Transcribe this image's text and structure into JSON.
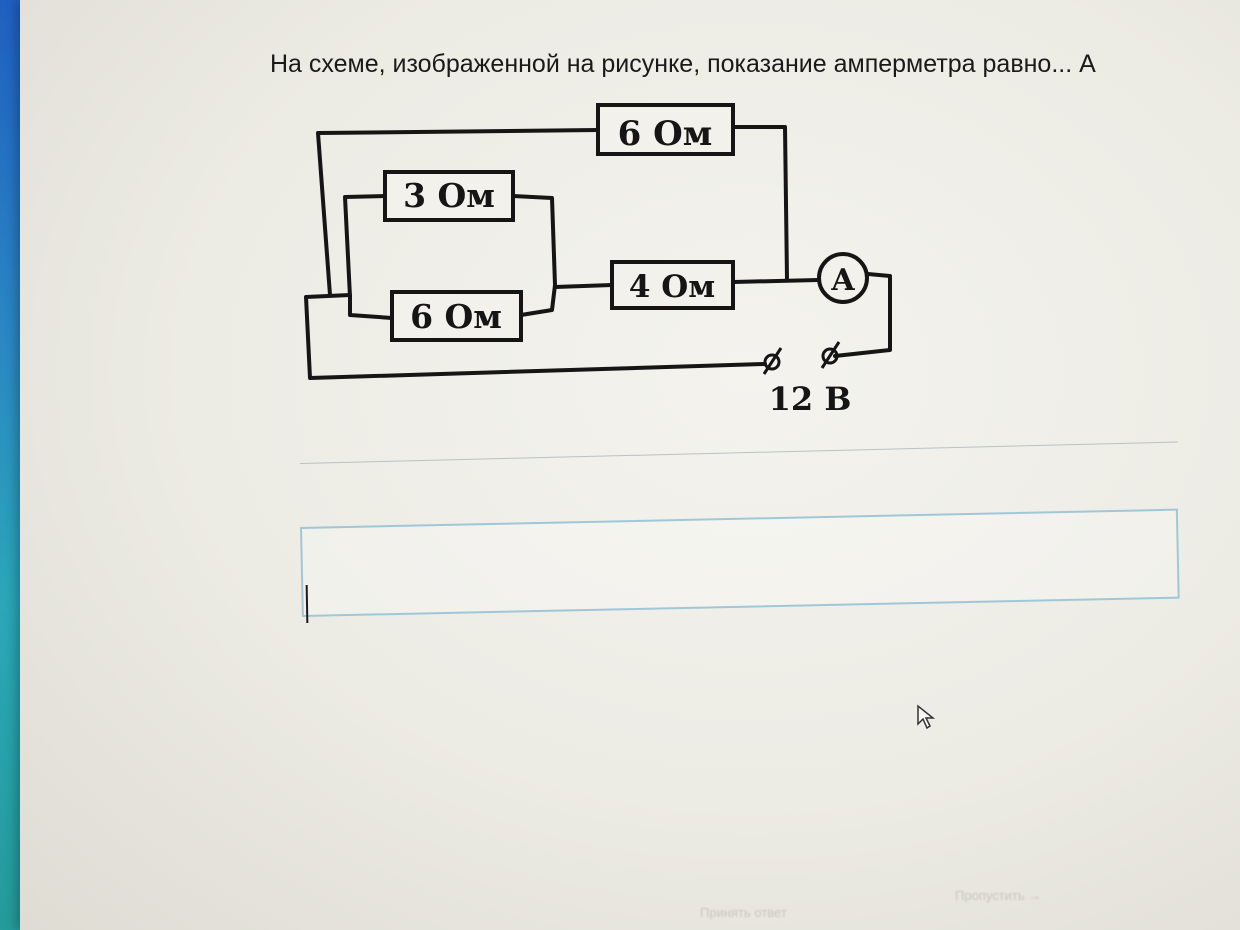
{
  "question": {
    "text": "На схеме, изображенной на рисунке, показание амперметра равно... А"
  },
  "circuit": {
    "resistors": [
      {
        "id": "top",
        "label": "6 Ом"
      },
      {
        "id": "upper_left",
        "label": "3 Ом"
      },
      {
        "id": "middle",
        "label": "4 Ом"
      },
      {
        "id": "lower_left",
        "label": "6 Ом"
      }
    ],
    "ammeter_label": "A",
    "source_label": "12 В"
  },
  "answer": {
    "value": "",
    "placeholder": ""
  },
  "buttons": {
    "submit_label": "Принять ответ",
    "skip_label": "Пропустить →"
  }
}
